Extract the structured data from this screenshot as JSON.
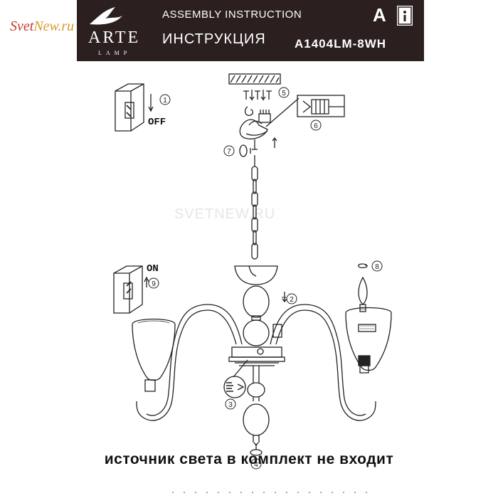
{
  "header": {
    "brand": "ARTE",
    "brand_sub": "LAMP",
    "assembly": "ASSEMBLY INSTRUCTION",
    "instruction_ru": "ИНСТРУКЦИЯ",
    "model": "A1404LM-8WH",
    "letter": "A"
  },
  "watermarks": {
    "site_part1": "Svet",
    "site_part2": "New.ru",
    "center": "SVETNEW.RU"
  },
  "switch_labels": {
    "off": "OFF",
    "on": "ON"
  },
  "steps": [
    "1",
    "2",
    "3",
    "4",
    "5",
    "6",
    "7",
    "8",
    "9"
  ],
  "footer": {
    "note": "источник света в комплект не входит",
    "dots": ". . . . . . . . . . . . . . . . . ."
  },
  "colors": {
    "header_bg": "#2b1f1f",
    "line": "#222222",
    "watermark_red": "#c0392b"
  }
}
